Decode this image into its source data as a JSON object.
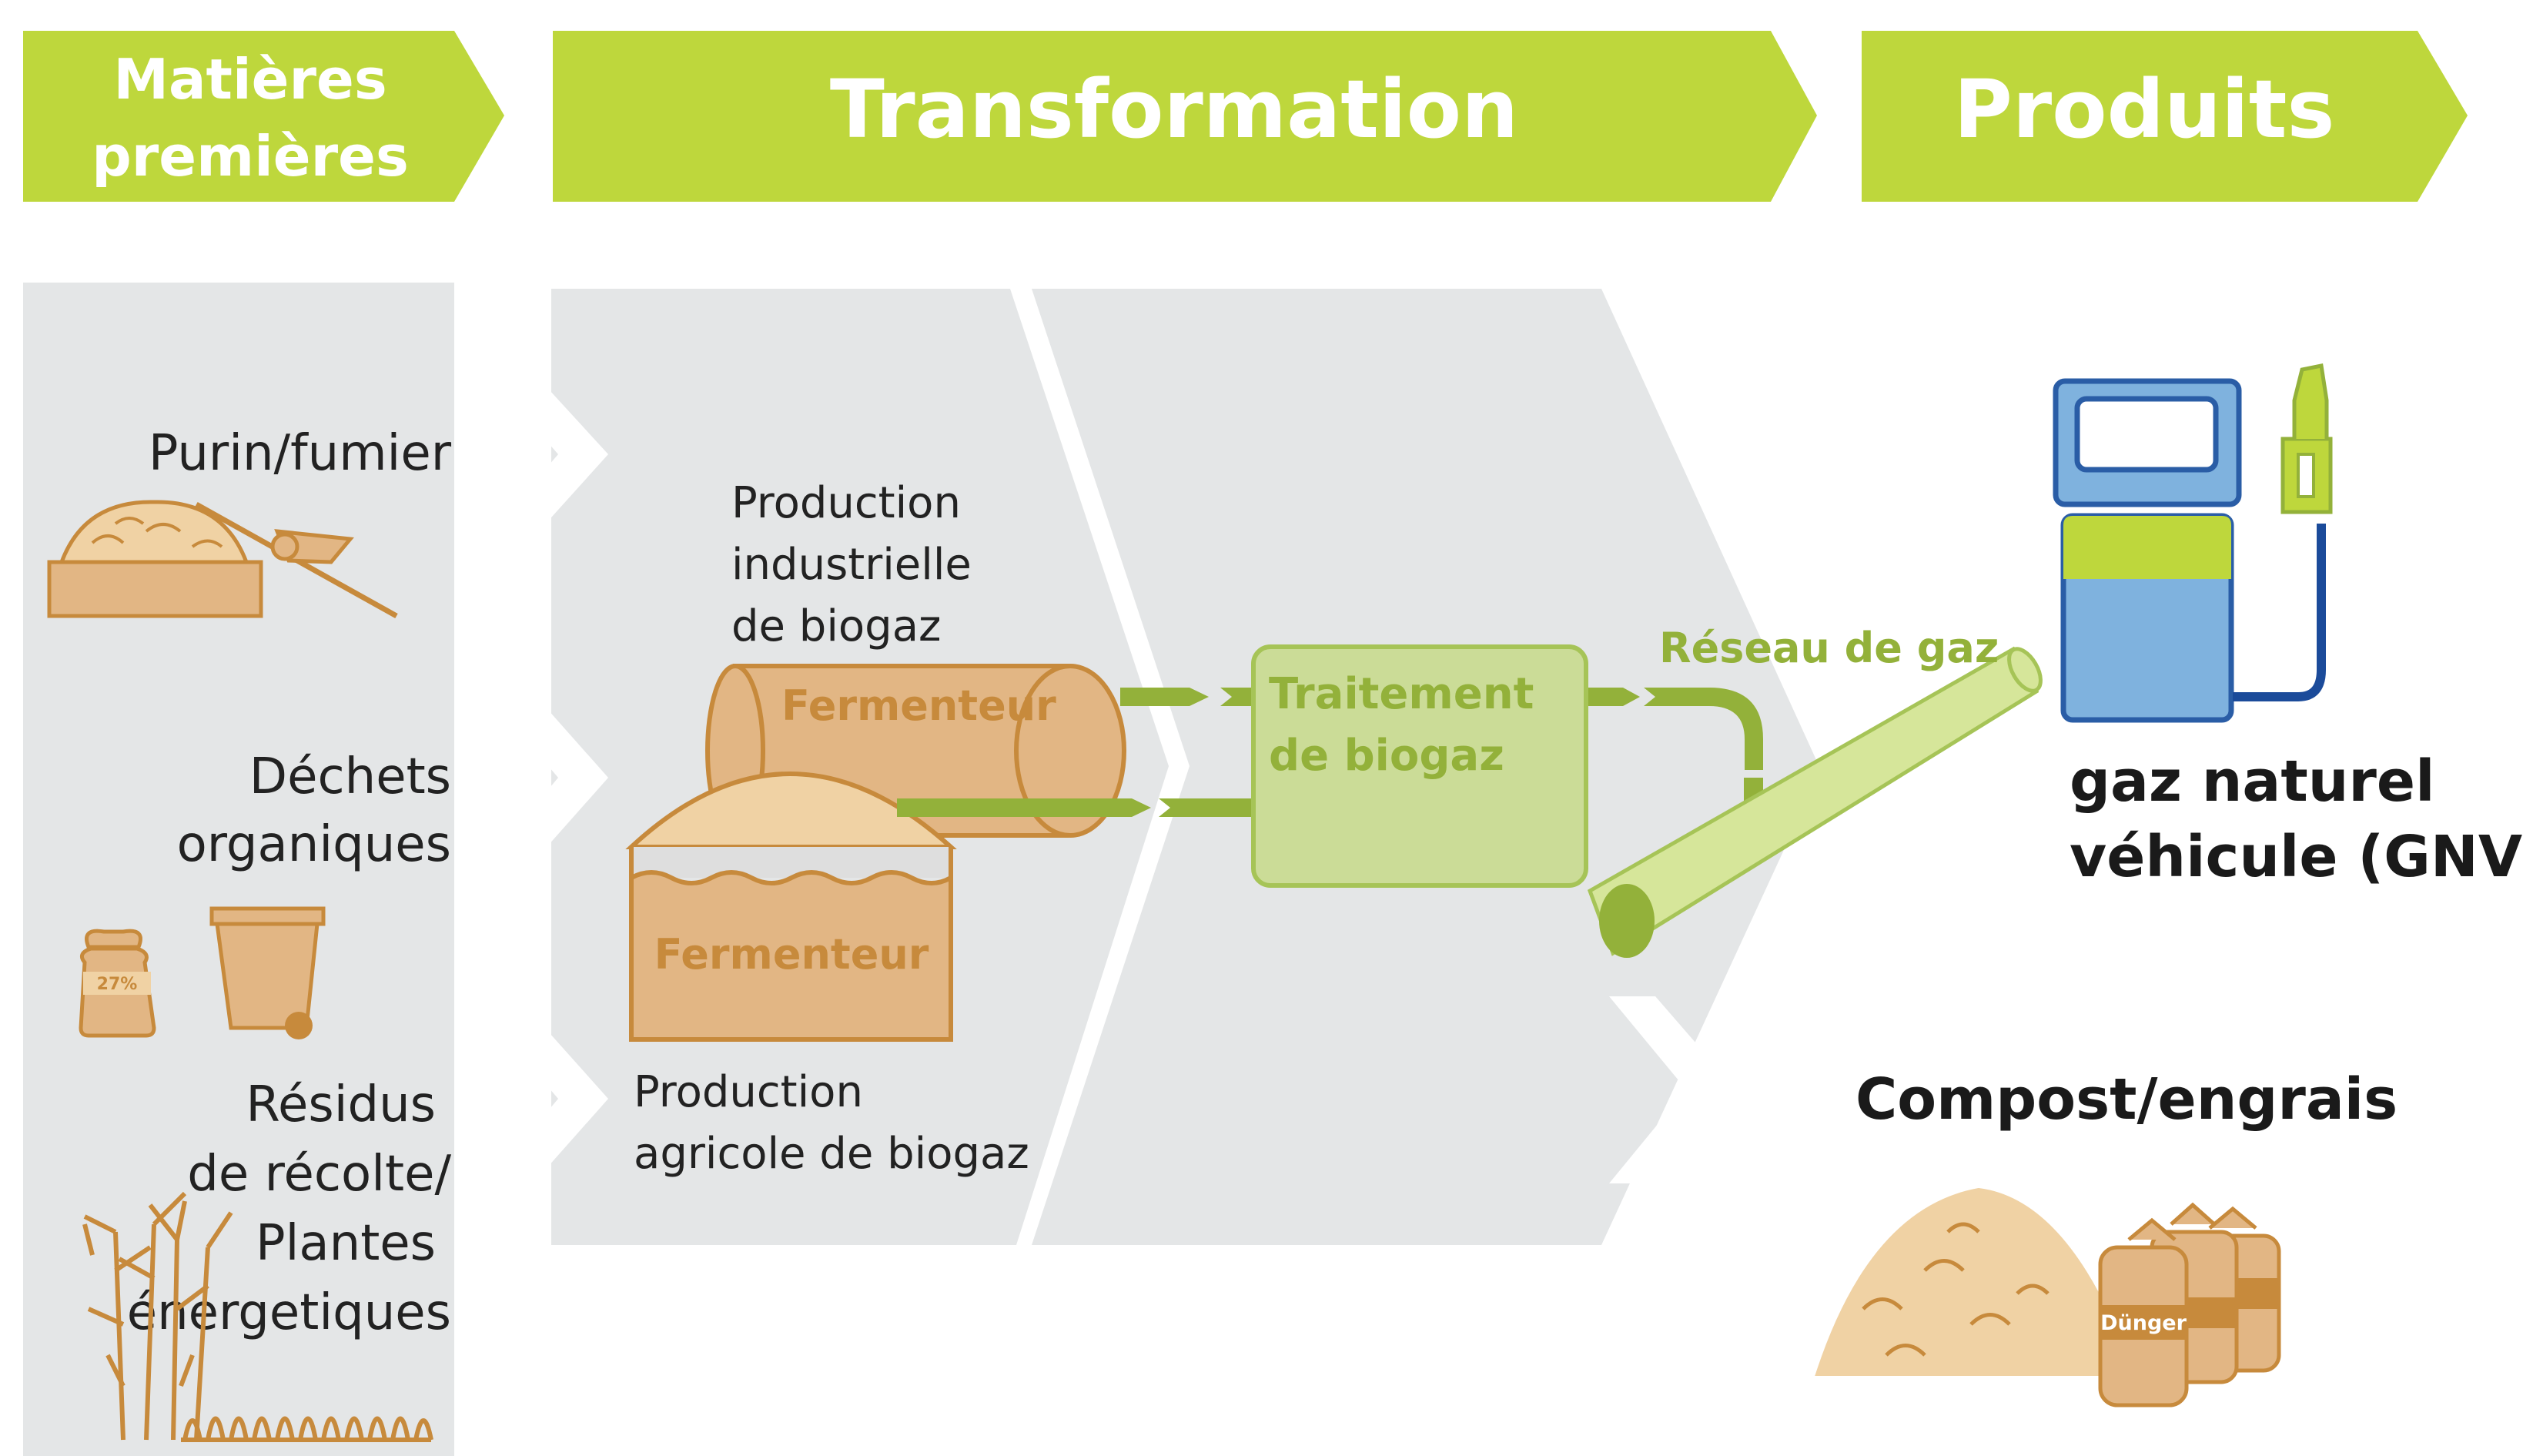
{
  "colors": {
    "header_green": "#bed73c",
    "panel_grey": "#e4e6e7",
    "tan_fill": "#e2b684",
    "tan_stroke": "#c78a3c",
    "tan_light": "#f0d2a4",
    "olive": "#93b13a",
    "pale_green": "#cbdc97",
    "light_green": "#d6e69a",
    "blue": "#7fb2de",
    "navy": "#2a5da6",
    "text_dark": "#1a1a1a"
  },
  "headers": {
    "raw_materials": [
      "Matières",
      "premières"
    ],
    "transformation": "Transformation",
    "products": "Produits"
  },
  "inputs": {
    "manure": "Purin/fumier",
    "waste": [
      "Déchets",
      "organiques"
    ],
    "waste_bag_badge": "27%",
    "residues": [
      "Résidus",
      "de récolte/",
      "Plantes",
      "énergetiques"
    ]
  },
  "transformation": {
    "industrial_label": [
      "Production",
      "industrielle",
      "de biogaz"
    ],
    "fermenter_industrial": "Fermenteur",
    "fermenter_agricultural": "Fermenteur",
    "agricultural_label": [
      "Production",
      "agricole de biogaz"
    ],
    "treatment": [
      "Traitement",
      "de biogaz"
    ],
    "gas_network": "Réseau de gaz"
  },
  "products": {
    "gnv": [
      "gaz naturel",
      "véhicule (GNV)"
    ],
    "compost": "Compost/engrais",
    "fertilizer_bag_label": "Dünger"
  },
  "icons": [
    "manure-heap-icon",
    "wheelbarrow-icon",
    "waste-bag-icon",
    "bio-bin-icon",
    "crop-plants-icon",
    "fuel-pump-icon",
    "compost-heap-icon",
    "fertilizer-bags-icon"
  ]
}
